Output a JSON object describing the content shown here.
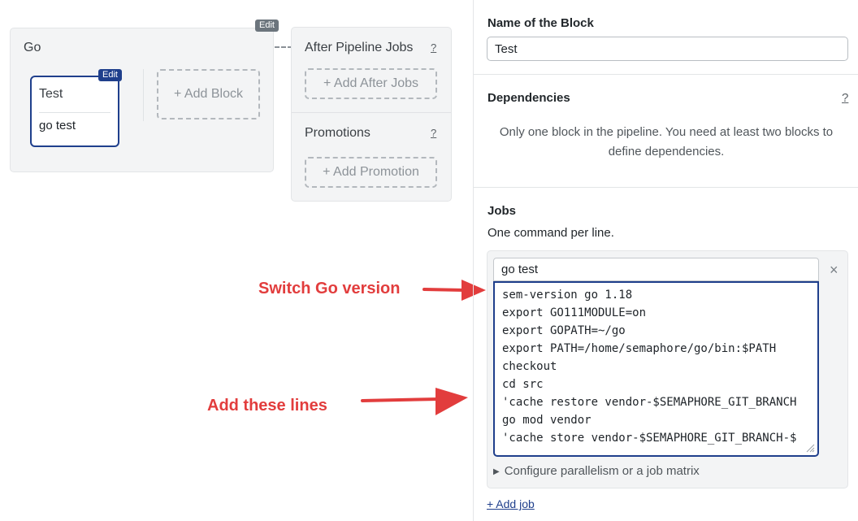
{
  "canvas": {
    "pipeline": {
      "title": "Go",
      "edit_label": "Edit",
      "block": {
        "name": "Test",
        "edit_label": "Edit",
        "job": "go test"
      },
      "add_block_label": "+ Add Block"
    },
    "after_pipeline": {
      "title": "After Pipeline Jobs",
      "help": "?",
      "add_label": "+ Add After Jobs"
    },
    "promotions": {
      "title": "Promotions",
      "help": "?",
      "add_label": "+ Add Promotion"
    }
  },
  "annotations": {
    "switch_go": "Switch Go version",
    "add_lines": "Add these lines",
    "color": "#e23d3d"
  },
  "editor": {
    "name_label": "Name of the Block",
    "name_value": "Test",
    "dependencies": {
      "label": "Dependencies",
      "help": "?",
      "message": "Only one block in the pipeline. You need at least two blocks to define dependencies."
    },
    "jobs": {
      "label": "Jobs",
      "hint": "One command per line.",
      "job_name": "go test",
      "commands": [
        "sem-version go 1.18",
        "export GO111MODULE=on",
        "export GOPATH=~/go",
        "export PATH=/home/semaphore/go/bin:$PATH",
        "checkout",
        "cd src",
        "'cache restore vendor-$SEMAPHORE_GIT_BRANCH",
        "go mod vendor",
        "'cache store vendor-$SEMAPHORE_GIT_BRANCH-$"
      ],
      "remove": "×",
      "configure_label": "Configure parallelism or a job matrix",
      "add_job_label": "+ Add job"
    }
  },
  "colors": {
    "accent": "#1f3f8c",
    "panel_bg": "#f3f4f5"
  }
}
